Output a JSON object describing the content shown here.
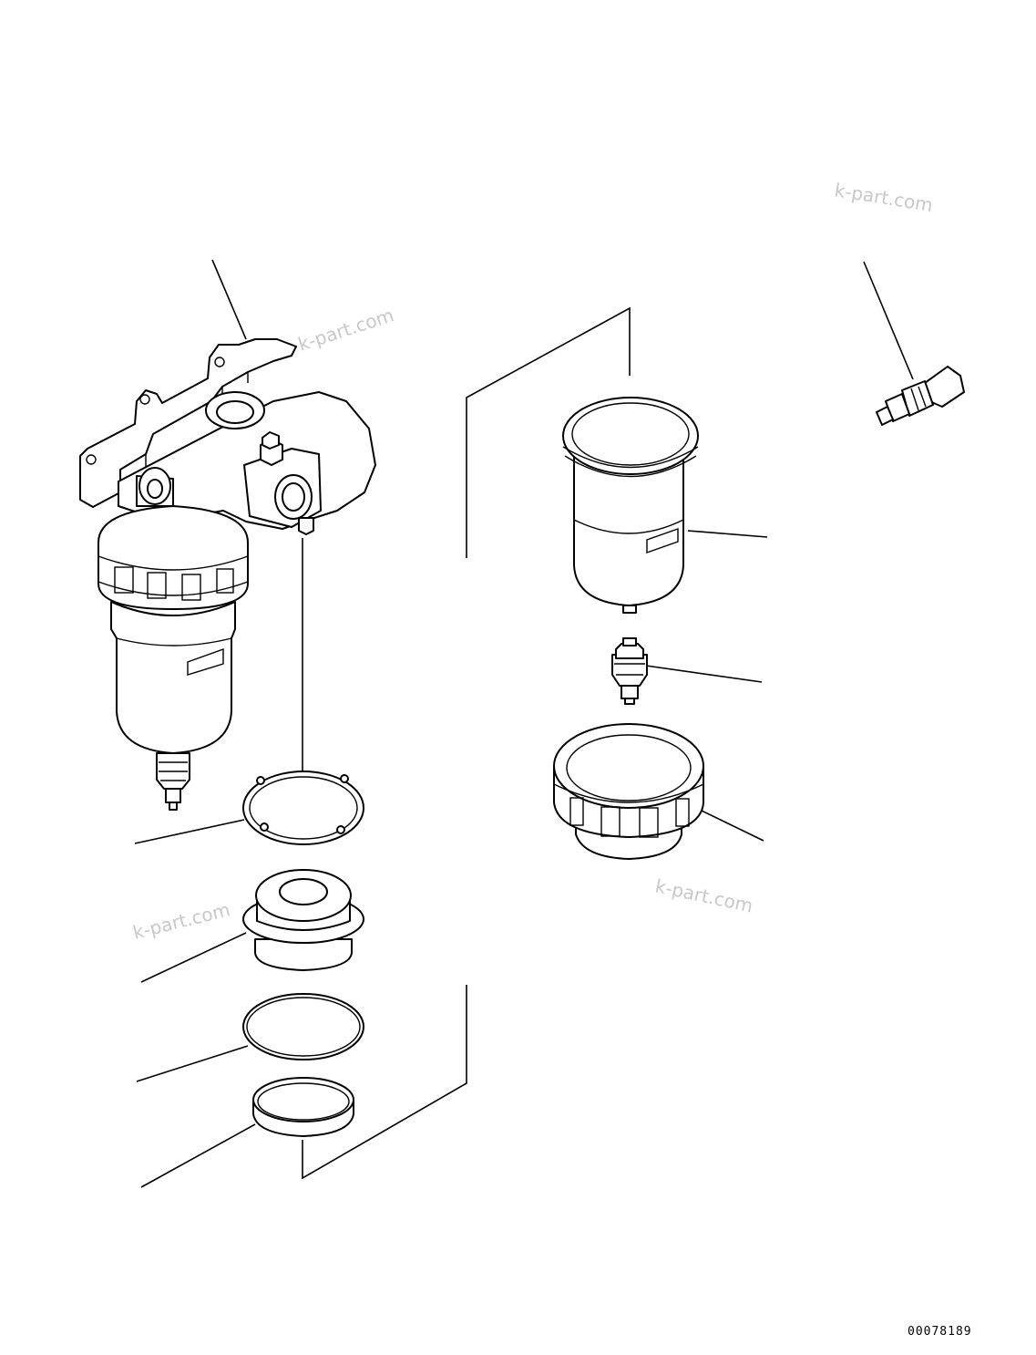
{
  "watermarks": [
    "k-part.com",
    "k-part.com",
    "k-part.com",
    "k-part.com"
  ],
  "drawing_code": "00078189"
}
